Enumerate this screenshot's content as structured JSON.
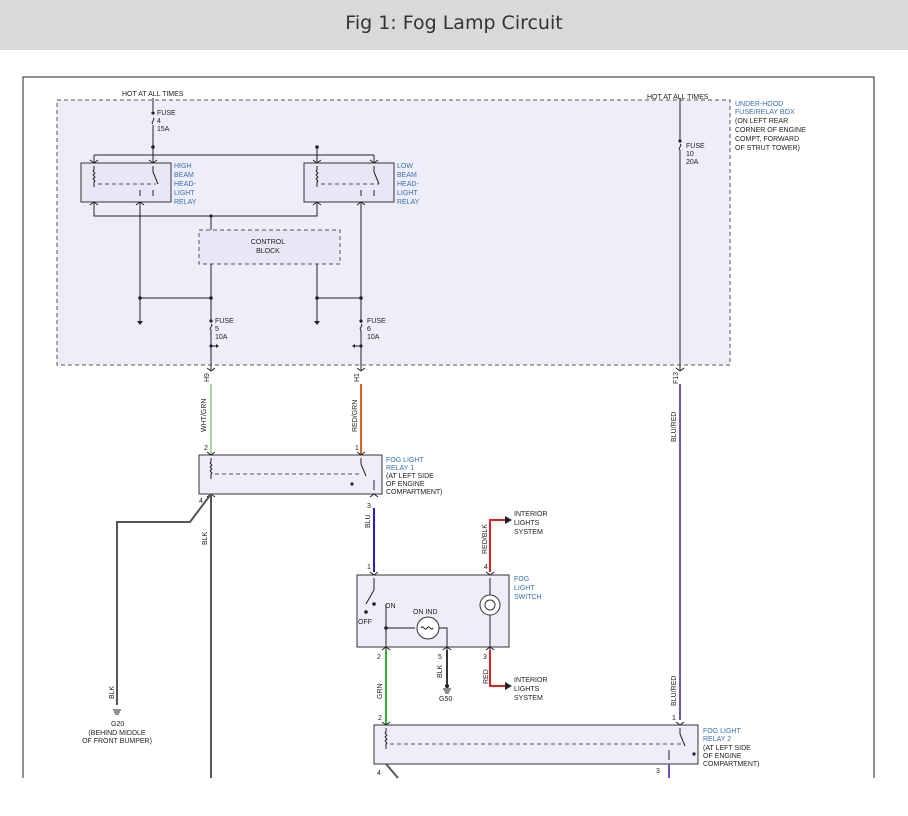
{
  "figure": {
    "title": "Fig 1: Fog Lamp Circuit"
  },
  "diagram": {
    "hot_left": "HOT AT ALL TIMES",
    "hot_right": "HOT AT ALL TIMES",
    "box_label": [
      "UNDER-HOOD",
      "FUSE/RELAY BOX"
    ],
    "box_note": [
      "(ON LEFT REAR",
      "CORNER OF ENGINE",
      "COMPT, FORWARD",
      "OF STRUT TOWER)"
    ],
    "fuse4": [
      "FUSE",
      "4",
      "15A"
    ],
    "fuse10": [
      "FUSE",
      "10",
      "20A"
    ],
    "fuse5": [
      "FUSE",
      "5",
      "10A"
    ],
    "fuse6": [
      "FUSE",
      "6",
      "10A"
    ],
    "high_relay": [
      "HIGH",
      "BEAM",
      "HEAD-",
      "LIGHT",
      "RELAY"
    ],
    "low_relay": [
      "LOW",
      "BEAM",
      "HEAD-",
      "LIGHT",
      "RELAY"
    ],
    "control_block": [
      "CONTROL",
      "BLOCK"
    ],
    "connectors": {
      "h9": "H9",
      "h1": "H1",
      "f13": "F13"
    },
    "wires": {
      "wht_grn": "WHT/GRN",
      "red_grn": "RED/GRN",
      "blu_red_top": "BLU/RED",
      "blk_relay": "BLK",
      "blu": "BLU",
      "red_blk": "RED/BLK",
      "blk_ground": "BLK",
      "grn": "GRN",
      "blk_switch": "BLK",
      "red": "RED",
      "blu_red_bottom": "BLU/RED"
    },
    "pins": {
      "r1_p2": "2",
      "r1_p1": "1",
      "r1_p4": "4",
      "r1_p3": "3",
      "sw_p1": "1",
      "sw_p4": "4",
      "sw_p2": "2",
      "sw_p5": "5",
      "sw_p3": "3",
      "r2_p2": "2",
      "r2_p1": "1",
      "r2_p4": "4",
      "r2_p3": "3"
    },
    "relay1": [
      "FOG LIGHT",
      "RELAY 1"
    ],
    "relay1_note": [
      "(AT LEFT SIDE",
      "OF ENGINE",
      "COMPARTMENT)"
    ],
    "relay2": [
      "FOG LIGHT",
      "RELAY 2"
    ],
    "relay2_note": [
      "(AT LEFT SIDE",
      "OF ENGINE",
      "COMPARTMENT)"
    ],
    "switch": [
      "FOG",
      "LIGHT",
      "SWITCH"
    ],
    "switch_on": "ON",
    "switch_off": "OFF",
    "switch_ind": "ON IND",
    "interior_top": [
      "INTERIOR",
      "LIGHTS",
      "SYSTEM"
    ],
    "interior_bottom": [
      "INTERIOR",
      "LIGHTS",
      "SYSTEM"
    ],
    "g50": "G50",
    "g20": "G20",
    "g20_note": [
      "(BEHIND MIDDLE",
      "OF FRONT BUMPER)"
    ]
  },
  "colors": {
    "header_bg": "#d9d9d9",
    "box_fill": "#eeeefb",
    "label_blue": "#3a6fb0",
    "wire_wht_grn": "#a8d6a0",
    "wire_red_grn": "#e06020",
    "wire_blu_red": "#7050c0",
    "wire_blu": "#2020d0",
    "wire_red": "#e02020",
    "wire_grn": "#30b030",
    "wire_blk": "#333333"
  }
}
